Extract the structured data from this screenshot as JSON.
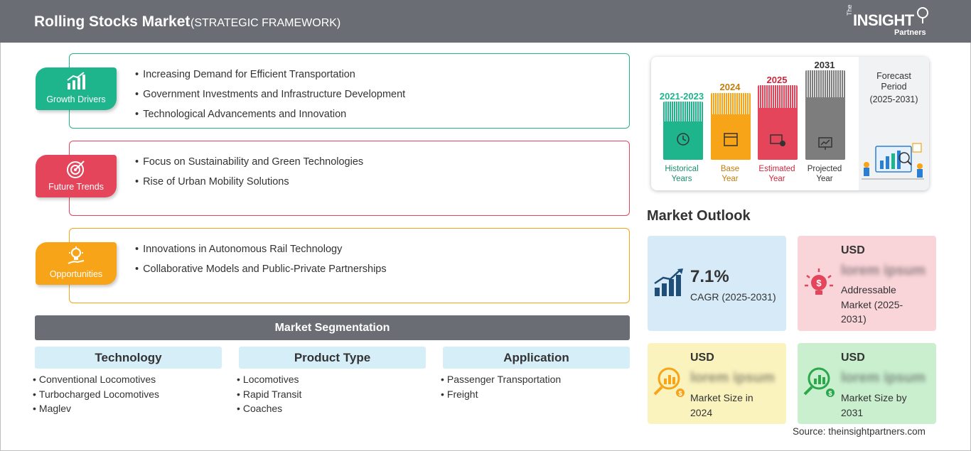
{
  "header": {
    "title": "Rolling Stocks Market",
    "subtitle": "(STRATEGIC FRAMEWORK)",
    "logo_the": "The",
    "logo_insight": "INSIGHT",
    "logo_partners": "Partners"
  },
  "framework": [
    {
      "badge": "Growth Drivers",
      "icon": "growth-chart-icon",
      "color": "#1fb58c",
      "items": [
        "Increasing Demand for Efficient Transportation",
        "Government Investments and Infrastructure Development",
        "Technological Advancements and Innovation"
      ]
    },
    {
      "badge": "Future Trends",
      "icon": "target-icon",
      "color": "#e5455a",
      "items": [
        "Focus on Sustainability and Green Technologies",
        "Rise of Urban Mobility Solutions"
      ]
    },
    {
      "badge": "Opportunities",
      "icon": "lightbulb-hand-icon",
      "color": "#f7a418",
      "items": [
        "Innovations in Autonomous Rail Technology",
        "Collaborative Models and Public-Private Partnerships"
      ]
    }
  ],
  "segmentation": {
    "title": "Market Segmentation",
    "columns": [
      {
        "heading": "Technology",
        "items": [
          "Conventional Locomotives",
          "Turbocharged Locomotives",
          "Maglev"
        ]
      },
      {
        "heading": "Product Type",
        "items": [
          "Locomotives",
          "Rapid Transit",
          "Coaches"
        ]
      },
      {
        "heading": "Application",
        "items": [
          "Passenger Transportation",
          "Freight"
        ]
      }
    ]
  },
  "timeline": {
    "periods": [
      {
        "year": "2021-2023",
        "caption_1": "Historical",
        "caption_2": "Years",
        "color": "#1fb58c",
        "icon": "history-icon"
      },
      {
        "year": "2024",
        "caption_1": "Base",
        "caption_2": "Year",
        "color": "#f7a418",
        "icon": "calendar-icon"
      },
      {
        "year": "2025",
        "caption_1": "Estimated",
        "caption_2": "Year",
        "color": "#e5455a",
        "icon": "estimate-icon"
      },
      {
        "year": "2031",
        "caption_1": "Projected",
        "caption_2": "Year",
        "color": "#7d7d7d",
        "icon": "projection-icon"
      }
    ],
    "forecast_title_1": "Forecast",
    "forecast_title_2": "Period",
    "forecast_range": "(2025-2031)"
  },
  "outlook": {
    "title": "Market Outlook",
    "cagr": {
      "value": "7.1%",
      "label": "CAGR (2025-2031)",
      "color": "#d6ebf7"
    },
    "addressable": {
      "usd": "USD",
      "value": "lorem ipsum",
      "label_1": "Addressable",
      "label_2": "Market (2025-",
      "label_3": "2031)",
      "color": "#f9d4d9"
    },
    "size_2024": {
      "usd": "USD",
      "value": "lorem ipsum",
      "label_1": "Market Size in",
      "label_2": "2024",
      "color": "#fbf3be"
    },
    "size_2031": {
      "usd": "USD",
      "value": "lorem ipsum",
      "label_1": "Market Size by",
      "label_2": "2031",
      "color": "#c9efcf"
    }
  },
  "source": "Source: theinsightpartners.com"
}
